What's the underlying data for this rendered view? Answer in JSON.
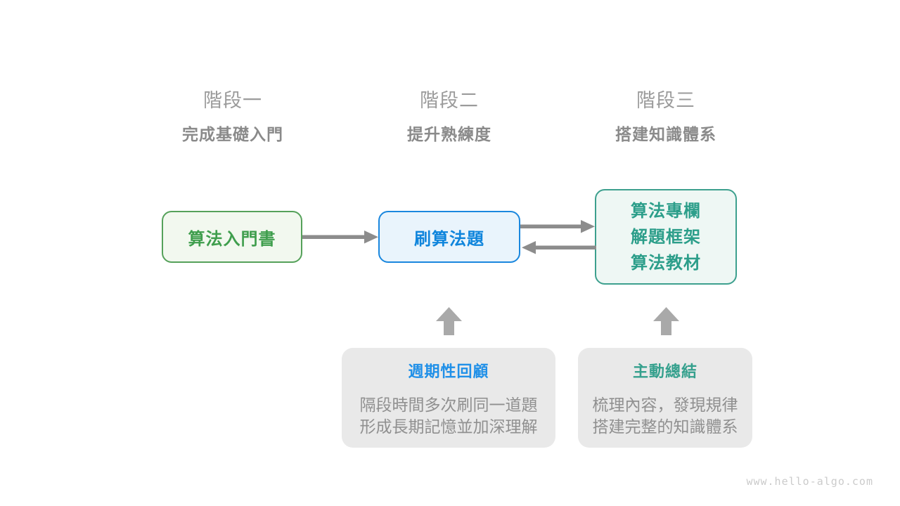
{
  "stages": [
    {
      "label": "階段一",
      "subtitle": "完成基礎入門"
    },
    {
      "label": "階段二",
      "subtitle": "提升熟練度"
    },
    {
      "label": "階段三",
      "subtitle": "搭建知識體系"
    }
  ],
  "nodes": {
    "intro_book": {
      "label": "算法入門書"
    },
    "practice": {
      "label": "刷算法題"
    },
    "advanced": {
      "lines": [
        "算法專欄",
        "解題框架",
        "算法教材"
      ]
    }
  },
  "arrows": [
    {
      "name": "intro-to-practice",
      "direction": "right"
    },
    {
      "name": "practice-to-advanced",
      "direction": "right"
    },
    {
      "name": "advanced-to-practice",
      "direction": "left"
    },
    {
      "name": "review-up-arrow",
      "direction": "up"
    },
    {
      "name": "summary-up-arrow",
      "direction": "up"
    }
  ],
  "notes": [
    {
      "title": "週期性回顧",
      "body_lines": [
        "隔段時間多次刷同一道題",
        "形成長期記憶並加深理解"
      ]
    },
    {
      "title": "主動總結",
      "body_lines": [
        "梳理內容，發現規律",
        "搭建完整的知識體系"
      ]
    }
  ],
  "watermark": "www.hello-algo.com",
  "colors": {
    "green_border": "#55a15a",
    "green_text": "#3f9e4d",
    "green_fill": "#f2f8ef",
    "blue_border": "#1a87de",
    "blue_text": "#0f85dc",
    "blue_fill": "#e9f4fc",
    "teal_border": "#3da08e",
    "teal_text": "#2c9e8a",
    "teal_fill": "#eef7f4",
    "note_background": "#e9e9e9",
    "note_title_blue": "#2090e8",
    "note_title_teal": "#35a08d",
    "body_gray": "#909090",
    "stage_label_gray": "#9b9b9b",
    "stage_subtitle_gray": "#8a8a8a",
    "line_arrow_gray": "#8c8c8c",
    "block_arrow_gray": "#a9a9a9",
    "watermark_gray": "#cbcbcb"
  }
}
